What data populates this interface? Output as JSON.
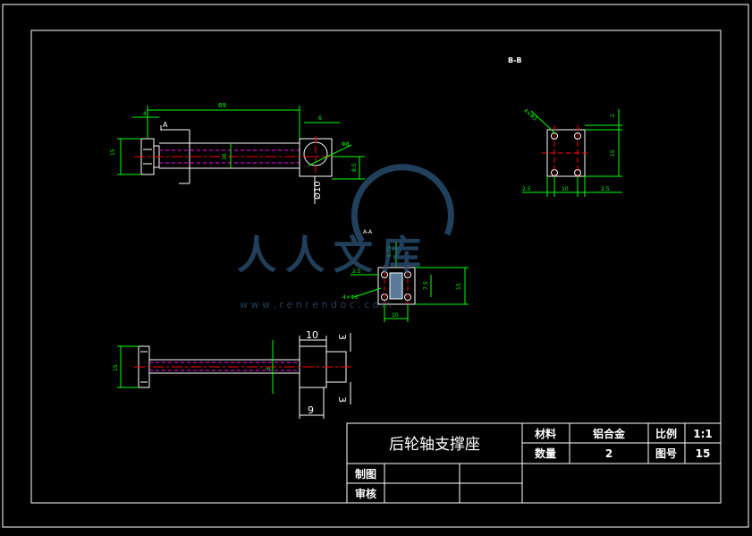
{
  "drawing": {
    "section_bb_label": "B-B",
    "section_aa_label": "A-A",
    "view_a_marker": "A",
    "front_view": {
      "dim_overall": "69",
      "dim_left": "4",
      "dim_right": "6",
      "dim_height": "15",
      "dim_inner": "10",
      "dim_hole": "Φ8",
      "dim_offset": "8.5",
      "dim_diameter": "Ø10"
    },
    "section_bb": {
      "dim_holes": "4×Φ3",
      "dim_top": "2",
      "dim_height": "15",
      "dim_left": "2.5",
      "dim_mid": "10",
      "dim_right": "2.5"
    },
    "section_aa": {
      "dim_left": "2.5",
      "dim_top": "3.75",
      "dim_holes": "4×Φ3",
      "dim_height": "15",
      "dim_inner": "7.5",
      "dim_bottom": "10"
    },
    "bottom_view": {
      "dim_height": "15",
      "dim_top": "10",
      "dim_bottom": "9",
      "dim_r_top": "3",
      "dim_r_bottom": "3",
      "dim_mid": "5"
    }
  },
  "watermark": {
    "text": "人人文库",
    "url": "w w w . r e n r e n d o c . c o m"
  },
  "title_block": {
    "part_name": "后轮轴支撑座",
    "material_label": "材料",
    "material_value": "铝合金",
    "scale_label": "比例",
    "scale_value": "1:1",
    "qty_label": "数量",
    "qty_value": "2",
    "drawing_no_label": "图号",
    "drawing_no_value": "15",
    "drawn_label": "制图",
    "checked_label": "审核"
  },
  "colors": {
    "background": "#000000",
    "outline": "#ffffff",
    "dimension": "#00ff00",
    "centerline": "#ff0000",
    "hidden": "#ff00ff",
    "watermark": "#2f5b82"
  }
}
